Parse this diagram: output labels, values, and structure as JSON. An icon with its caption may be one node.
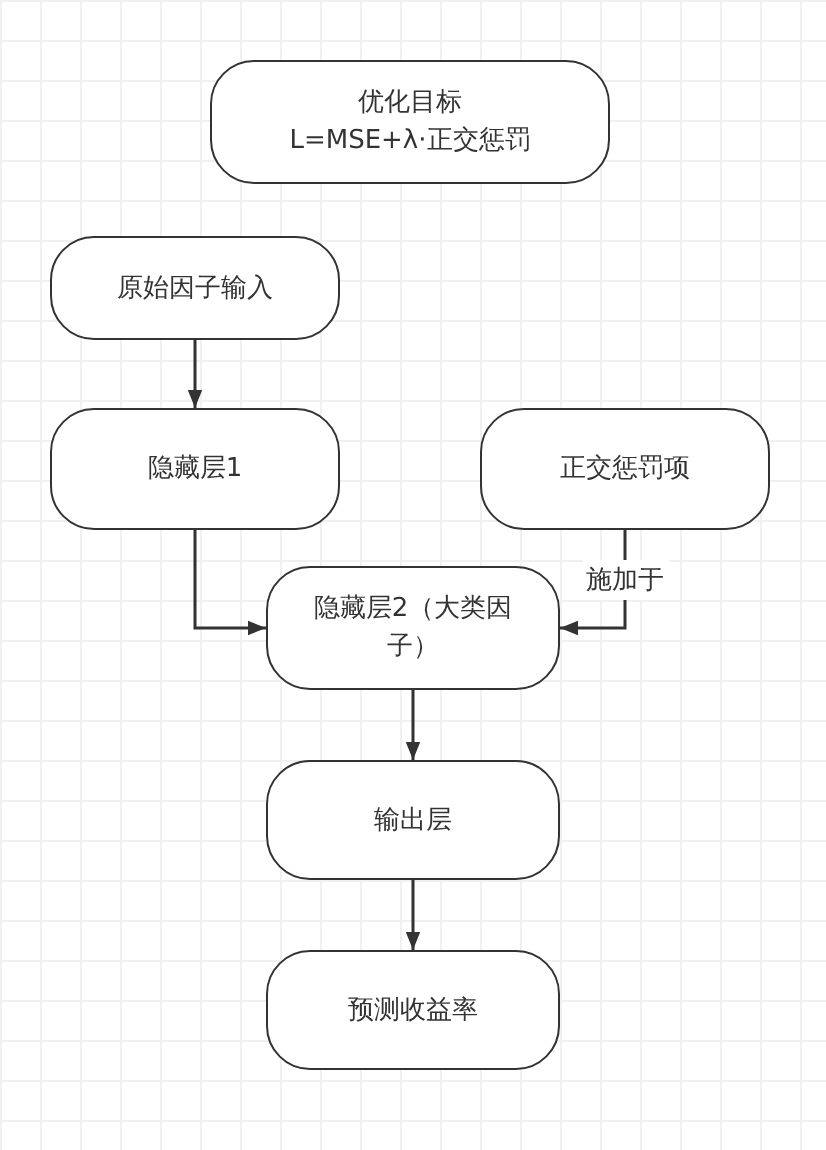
{
  "diagram": {
    "nodes": [
      {
        "text": [
          "优化目标",
          "L=MSE+λ·正交惩罚"
        ]
      },
      {
        "text": [
          "原始因子输入"
        ]
      },
      {
        "text": [
          "隐藏层1"
        ]
      },
      {
        "text": [
          "正交惩罚项"
        ]
      },
      {
        "text": [
          "隐藏层2（大类因子）"
        ]
      },
      {
        "text": [
          "输出层"
        ]
      },
      {
        "text": [
          "预测收益率"
        ]
      }
    ],
    "edges": [
      {
        "from": 1,
        "to": 2,
        "arrow": "to"
      },
      {
        "from": 2,
        "to": 4,
        "arrow": "to"
      },
      {
        "from": 3,
        "to": 4,
        "arrow": "to",
        "label": "施加于"
      },
      {
        "from": 4,
        "to": 5,
        "arrow": "to"
      },
      {
        "from": 5,
        "to": 6,
        "arrow": "to"
      }
    ]
  }
}
